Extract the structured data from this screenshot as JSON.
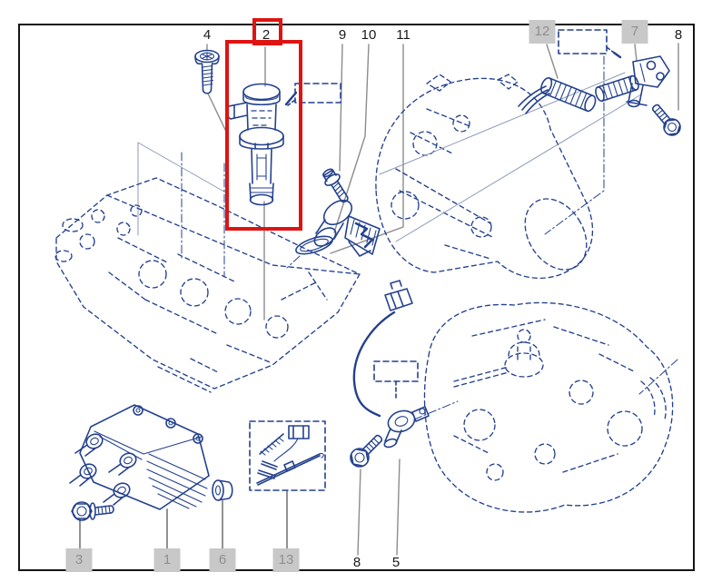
{
  "diagram": {
    "kind": "exploded-parts-diagram",
    "selected_callout": "2"
  },
  "palette": {
    "line_art_blue": "#24418e",
    "highlight_red": "#dd1412",
    "label_box_bg": "#c8c8c8",
    "label_box_text": "#8f8f8f",
    "label_text": "#1a1a1a",
    "leader_gray": "#8c8c8c",
    "frame_color": "#151515"
  },
  "callouts": {
    "top": [
      {
        "label": "4",
        "style": "plain"
      },
      {
        "label": "2",
        "style": "plain",
        "highlighted": true
      },
      {
        "label": "9",
        "style": "plain"
      },
      {
        "label": "10",
        "style": "plain"
      },
      {
        "label": "11",
        "style": "plain"
      },
      {
        "label": "12",
        "style": "boxed"
      },
      {
        "label": "7",
        "style": "boxed"
      },
      {
        "label": "8",
        "style": "plain"
      }
    ],
    "bottom": [
      {
        "label": "3",
        "style": "boxed"
      },
      {
        "label": "1",
        "style": "boxed"
      },
      {
        "label": "6",
        "style": "boxed"
      },
      {
        "label": "13",
        "style": "boxed"
      },
      {
        "label": "8",
        "style": "plain"
      },
      {
        "label": "5",
        "style": "plain"
      }
    ]
  }
}
